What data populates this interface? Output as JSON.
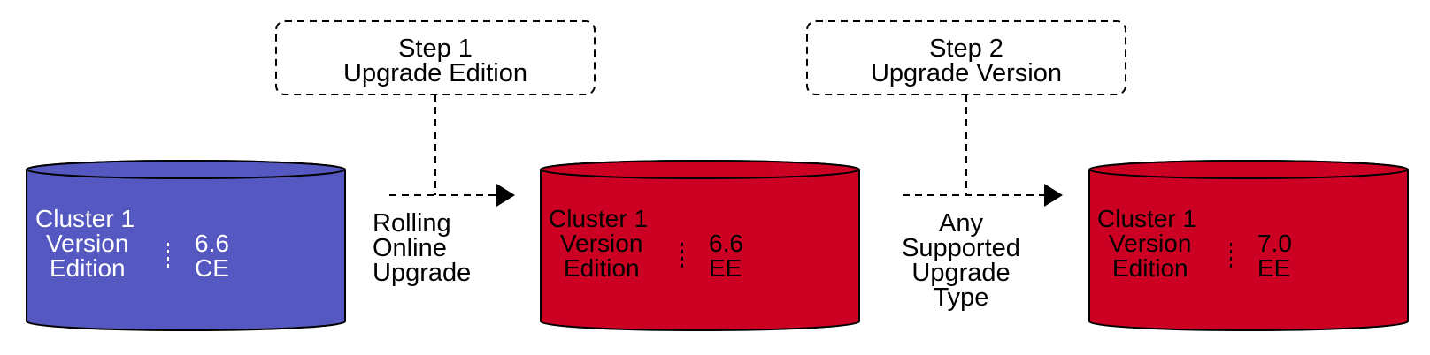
{
  "steps": [
    {
      "title": "Step 1",
      "subtitle": "Upgrade Edition"
    },
    {
      "title": "Step 2",
      "subtitle": "Upgrade Version"
    }
  ],
  "transitions": [
    {
      "lines": [
        "Rolling",
        "Online",
        "Upgrade"
      ]
    },
    {
      "lines": [
        "Any",
        "Supported",
        "Upgrade",
        "Type"
      ]
    }
  ],
  "clusters": [
    {
      "name": "Cluster 1",
      "version_label": "Version",
      "edition_label": "Edition",
      "version": "6.6",
      "edition": "CE",
      "color": "#5558c0",
      "text_color": "#ffffff"
    },
    {
      "name": "Cluster 1",
      "version_label": "Version",
      "edition_label": "Edition",
      "version": "6.6",
      "edition": "EE",
      "color": "#cc0022",
      "text_color": "#000000"
    },
    {
      "name": "Cluster 1",
      "version_label": "Version",
      "edition_label": "Edition",
      "version": "7.0",
      "edition": "EE",
      "color": "#cc0022",
      "text_color": "#000000"
    }
  ]
}
